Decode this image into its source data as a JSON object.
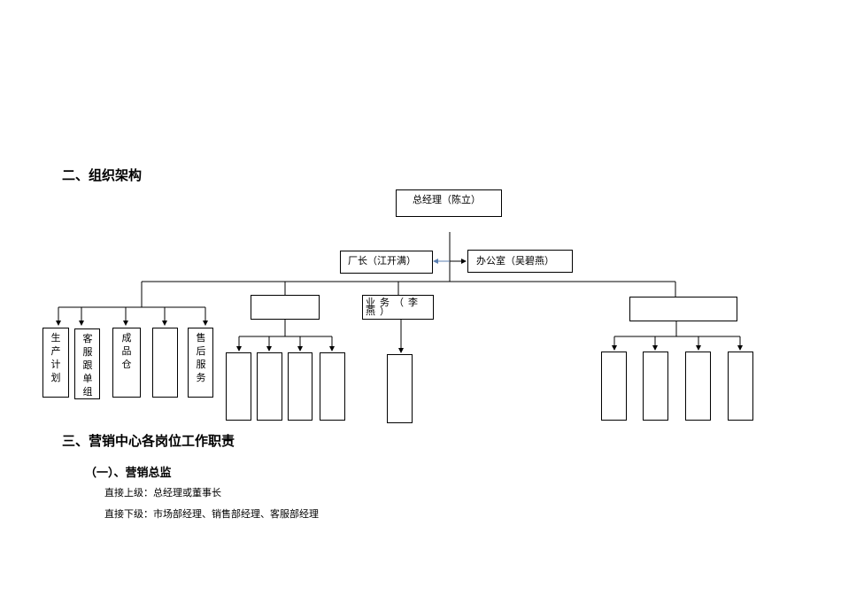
{
  "section2": {
    "title": "二、组织架构"
  },
  "org": {
    "gm": "总经理（陈立）",
    "factory": "厂长（江开满）",
    "office": "办公室（吴碧燕）",
    "sales": "业务（李燕）",
    "factory_children": [
      "生产计划",
      "客服跟单组",
      "成品仓",
      "",
      "售后服务"
    ]
  },
  "section3": {
    "title": "三、营销中心各岗位工作职责",
    "sub1": {
      "title": "（一）、营销总监",
      "superior": "直接上级：总经理或董事长",
      "subordinate": "直接下级：市场部经理、销售部经理、客服部经理"
    }
  }
}
